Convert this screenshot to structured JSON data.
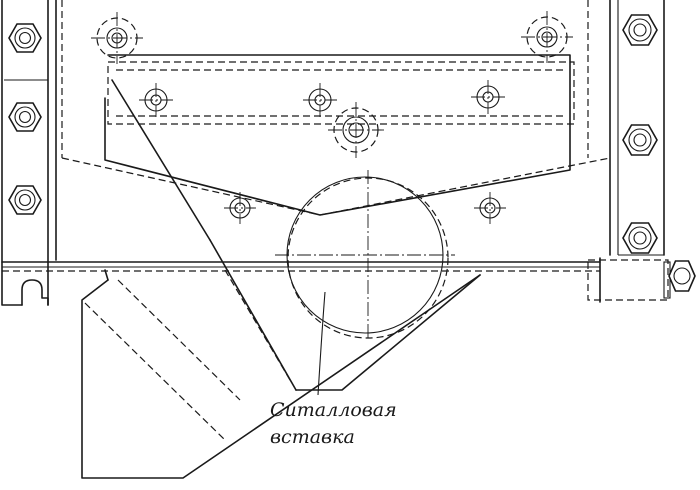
{
  "diagram": {
    "caption_line1": "Ситалловая",
    "caption_line2": "вставка",
    "ink_color": "#1a1a1a",
    "paper_color": "#ffffff",
    "components": {
      "hex_nuts": [
        "nut-left-top",
        "nut-left-middle",
        "nut-left-bottom",
        "nut-right-top",
        "nut-right-middle",
        "nut-right-bottom",
        "nut-end-right"
      ],
      "mounting_screws": [
        "screw-upper-left",
        "screw-upper-right",
        "screw-row-1",
        "screw-row-2",
        "screw-row-3",
        "screw-center",
        "screw-lower-left",
        "screw-lower-right"
      ],
      "insert": "sitall-insert-circle"
    }
  }
}
